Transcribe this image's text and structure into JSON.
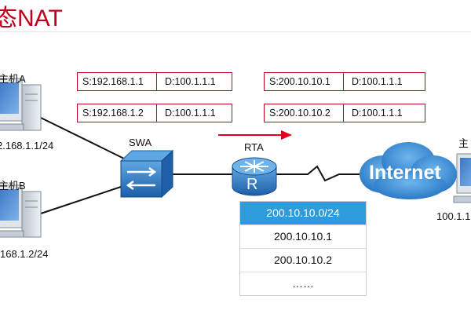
{
  "slide": {
    "title": "态NAT"
  },
  "hosts": {
    "a": {
      "name": "主机A",
      "ip": "2.168.1.1/24"
    },
    "b": {
      "name": "主机B",
      "ip": "168.1.2/24"
    },
    "server": {
      "name": "主",
      "ip": "100.1.1"
    }
  },
  "devices": {
    "switch": "SWA",
    "router": "RTA",
    "router_glyph": "R",
    "cloud": "Internet"
  },
  "packets_before": [
    {
      "src": "S:192.168.1.1",
      "dst": "D:100.1.1.1"
    },
    {
      "src": "S:192.168.1.2",
      "dst": "D:100.1.1.1"
    }
  ],
  "packets_after": [
    {
      "src": "S:200.10.10.1",
      "dst": "D:100.1.1.1"
    },
    {
      "src": "S:200.10.10.2",
      "dst": "D:100.1.1.1"
    }
  ],
  "address_pool": [
    "200.10.10.0/24",
    "200.10.10.1",
    "200.10.10.2",
    "……"
  ],
  "colors": {
    "title": "#c0001a",
    "header_border": "#c0001a",
    "arrow": "#e0001b",
    "pool_header": "#2e9cdc",
    "device_blue": "#2a7bc3",
    "cloud_blue": "#1f73bf"
  }
}
